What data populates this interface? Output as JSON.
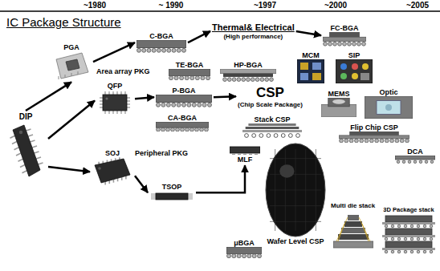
{
  "diagram": {
    "title": "IC Package Structure",
    "nodes": [
      {
        "text": [
          "DIP"
        ]
      },
      {
        "text": [
          "PGA"
        ]
      },
      {
        "text": [
          "C-BGA"
        ]
      },
      {
        "text": [
          "Thermal& Electrical",
          "(High performance)"
        ]
      },
      {
        "text": [
          "FC-BGA"
        ]
      },
      {
        "text": [
          "TE-BGA"
        ]
      },
      {
        "text": [
          "HP-BGA"
        ]
      },
      {
        "text": [
          "MCM"
        ]
      },
      {
        "text": [
          "SIP"
        ]
      },
      {
        "text": [
          "QFP"
        ]
      },
      {
        "text": [
          "P-BGA"
        ]
      },
      {
        "text": [
          "CSP",
          "(Chip Scale Package)"
        ]
      },
      {
        "text": [
          "MEMS"
        ]
      },
      {
        "text": [
          "Optic"
        ]
      },
      {
        "text": [
          "CA-BGA"
        ]
      },
      {
        "text": [
          "Stack CSP"
        ]
      },
      {
        "text": [
          "Flip Chip CSP"
        ]
      },
      {
        "text": [
          "DCA"
        ]
      },
      {
        "text": [
          "SOJ"
        ]
      },
      {
        "text": [
          "TSOP"
        ]
      },
      {
        "text": [
          "MLF"
        ]
      },
      {
        "text": [
          "Wafer Level CSP"
        ]
      },
      {
        "text": [
          "Multi die stack"
        ]
      },
      {
        "text": [
          "3D Package stack"
        ]
      },
      {
        "text": [
          "μBGA"
        ]
      }
    ],
    "edges": [
      {
        "from": 0,
        "to": 1,
        "arrow": "to"
      },
      {
        "from": 0,
        "to": 9,
        "arrow": "to"
      },
      {
        "from": 0,
        "to": 18,
        "arrow": "to"
      },
      {
        "from": 1,
        "to": 2,
        "arrow": "to"
      },
      {
        "from": 2,
        "to": 3,
        "arrow": "to"
      },
      {
        "from": 3,
        "to": 4,
        "arrow": "to"
      },
      {
        "from": 9,
        "to": 10,
        "arrow": "to"
      },
      {
        "from": 10,
        "to": 11,
        "arrow": "to"
      },
      {
        "from": 18,
        "to": 19,
        "arrow": "to"
      },
      {
        "from": 19,
        "to": 20,
        "arrow": "to"
      }
    ],
    "labels": [
      "~1980",
      "~ 1990",
      "~1997",
      "~2000",
      "~2005",
      "Area array PKG",
      "Peripheral PKG"
    ]
  }
}
